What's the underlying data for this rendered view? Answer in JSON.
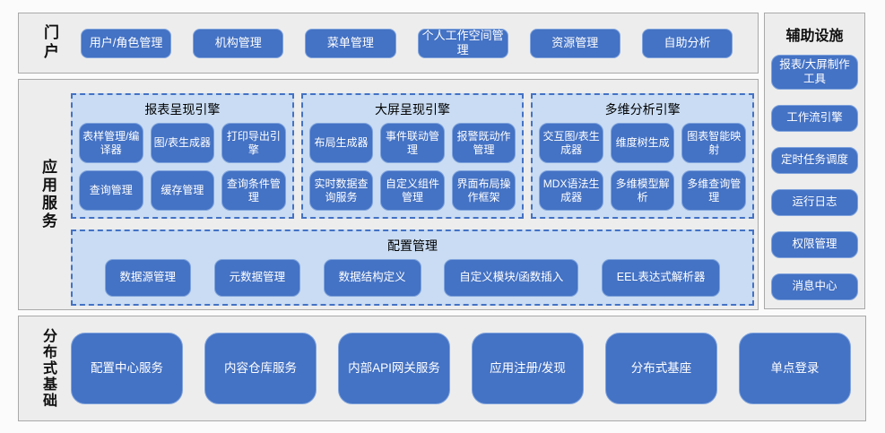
{
  "colors": {
    "button_blue": "#4472c4",
    "button_border_light": "#7fa3dc",
    "panel_light_blue": "#c9dcf3",
    "panel_dashed_border": "#4472c4",
    "section_gray": "#ededed",
    "section_border": "#a9a9a9",
    "button_text": "#ffffff"
  },
  "portal": {
    "label": "门户",
    "items": [
      "用户/角色管理",
      "机构管理",
      "菜单管理",
      "个人工作空间管理",
      "资源管理",
      "自助分析"
    ]
  },
  "app_services": {
    "label": "应用服务",
    "groups": [
      {
        "title": "报表呈现引擎",
        "items": [
          "表样管理/编译器",
          "图/表生成器",
          "打印导出引擎",
          "查询管理",
          "缓存管理",
          "查询条件管理"
        ]
      },
      {
        "title": "大屏呈现引擎",
        "items": [
          "布局生成器",
          "事件联动管理",
          "报警既动作管理",
          "实时数据查询服务",
          "自定义组件管理",
          "界面布局操作框架"
        ]
      },
      {
        "title": "多维分析引擎",
        "items": [
          "交互图/表生成器",
          "维度树生成",
          "图表智能映射",
          "MDX语法生成器",
          "多维模型解析",
          "多维查询管理"
        ]
      }
    ],
    "config": {
      "title": "配置管理",
      "items": [
        "数据源管理",
        "元数据管理",
        "数据结构定义",
        "自定义模块/函数插入",
        "EEL表达式解析器"
      ]
    }
  },
  "foundation": {
    "label": "分布式基础",
    "items": [
      "配置中心服务",
      "内容仓库服务",
      "内部API网关服务",
      "应用注册/发现",
      "分布式基座",
      "单点登录"
    ]
  },
  "auxiliary": {
    "title": "辅助设施",
    "items": [
      "报表/大屏制作工具",
      "工作流引擎",
      "定时任务调度",
      "运行日志",
      "权限管理",
      "消息中心"
    ]
  }
}
